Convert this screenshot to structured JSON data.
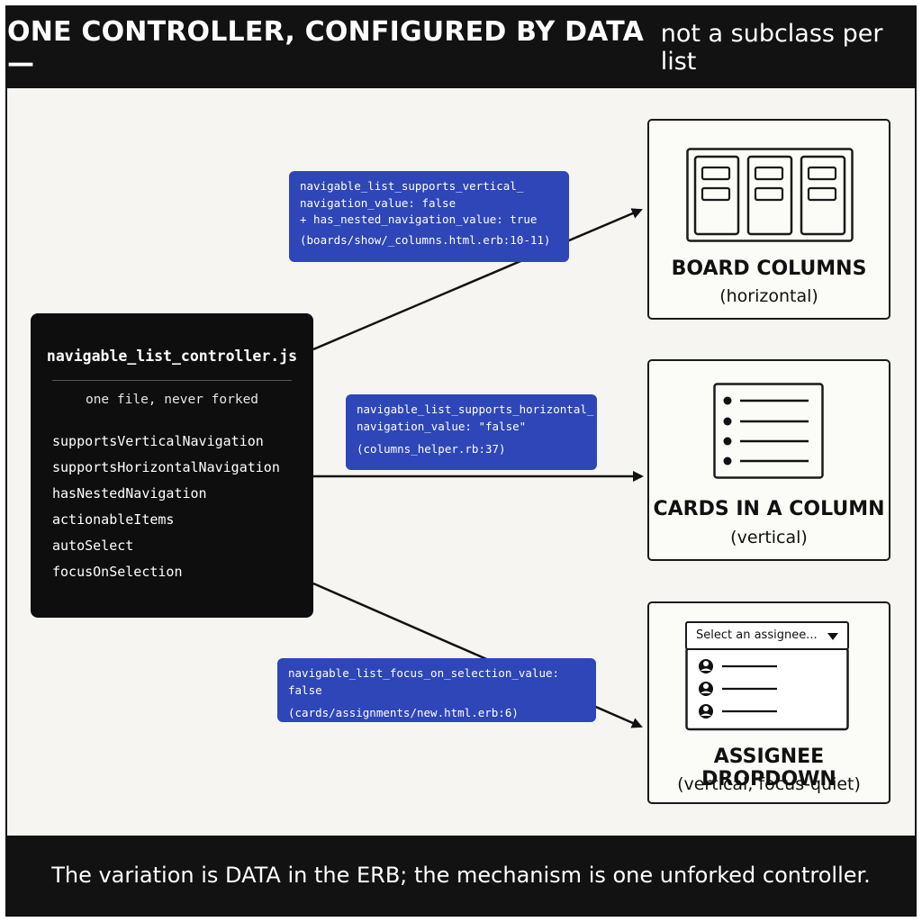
{
  "header": {
    "title_bold": "ONE CONTROLLER, CONFIGURED BY DATA —",
    "title_rest": "not a subclass per list"
  },
  "controller": {
    "filename": "navigable_list_controller.js",
    "subtitle": "one file, never forked",
    "options": [
      "supportsVerticalNavigation",
      "supportsHorizontalNavigation",
      "hasNestedNavigation",
      "actionableItems",
      "autoSelect",
      "focusOnSelection"
    ]
  },
  "badges": [
    {
      "lines": [
        "navigable_list_supports_vertical_",
        "navigation_value: false",
        "+  has_nested_navigation_value: true"
      ],
      "source": "(boards/show/_columns.html.erb:10-11)"
    },
    {
      "lines": [
        "navigable_list_supports_horizontal_",
        "navigation_value: \"false\""
      ],
      "source": "(columns_helper.rb:37)"
    },
    {
      "lines": [
        "navigable_list_focus_on_selection_value: false"
      ],
      "source": "(cards/assignments/new.html.erb:6)"
    }
  ],
  "panels": [
    {
      "title": "BOARD COLUMNS",
      "note": "(horizontal)",
      "icon": "board-columns-icon"
    },
    {
      "title": "CARDS IN A COLUMN",
      "note": "(vertical)",
      "icon": "bullet-list-icon"
    },
    {
      "title": "ASSIGNEE DROPDOWN",
      "note": "(vertical, focus-quiet)",
      "icon": "dropdown-icon",
      "select_placeholder": "Select an assignee..."
    }
  ],
  "footer": {
    "text": "The variation is DATA in the ERB; the mechanism is one unforked controller."
  },
  "colors": {
    "badge": "#2e46b8",
    "dark": "#121212",
    "background": "#f6f5f1"
  }
}
